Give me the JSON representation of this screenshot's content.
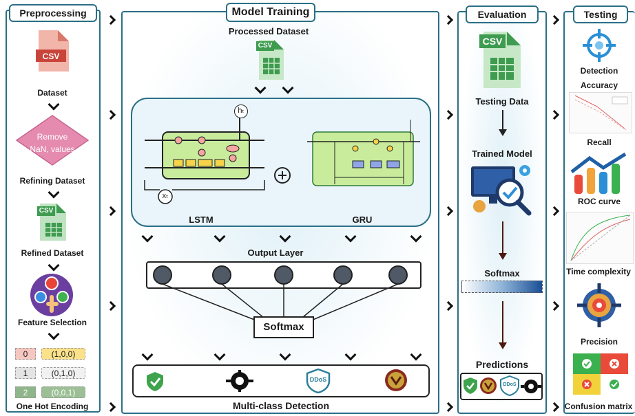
{
  "panels": {
    "preprocessing": "Preprocessing",
    "model_training": "Model Training",
    "evaluation": "Evaluation",
    "testing": "Testing"
  },
  "preprocessing": {
    "csv_badge": "CSV",
    "dataset": "Dataset",
    "remove_line1": "Remove",
    "remove_line2": "NaN, values",
    "refining": "Refining Dataset",
    "refined_csv": "CSV",
    "refined": "Refined Dataset",
    "feature_selection": "Feature Selection",
    "one_hot": [
      {
        "idx": "0",
        "vec": "(1,0,0)"
      },
      {
        "idx": "1",
        "vec": "(0,1,0)"
      },
      {
        "idx": "2",
        "vec": "(0,0,1)"
      }
    ],
    "one_hot_label": "One Hot Encoding"
  },
  "training": {
    "processed_dataset": "Processed Dataset",
    "csv_badge": "CSV",
    "lstm": "LSTM",
    "gru": "GRU",
    "lstm_ht": "hₜ",
    "lstm_xt": "xₜ",
    "output_layer": "Output Layer",
    "softmax": "Softmax",
    "multi_class": "Multi-class Detection",
    "ddos": "DDoS"
  },
  "evaluation": {
    "csv_badge": "CSV",
    "testing_data": "Testing Data",
    "trained_model": "Trained Model",
    "softmax": "Softmax",
    "predictions": "Predictions",
    "ddos": "DDoS"
  },
  "testing": {
    "detection": "Detection",
    "accuracy": "Accuracy",
    "recall": "Recall",
    "roc": "ROC curve",
    "time_complexity": "Time complexity",
    "precision": "Precision",
    "confusion": "Confusion matrix"
  },
  "colors": {
    "panel_border": "#2a6f86",
    "csv_red": "#c9443a",
    "csv_green": "#3e9b4f",
    "lstm_box": "#c8ec9c",
    "node": "#4f5a66"
  }
}
